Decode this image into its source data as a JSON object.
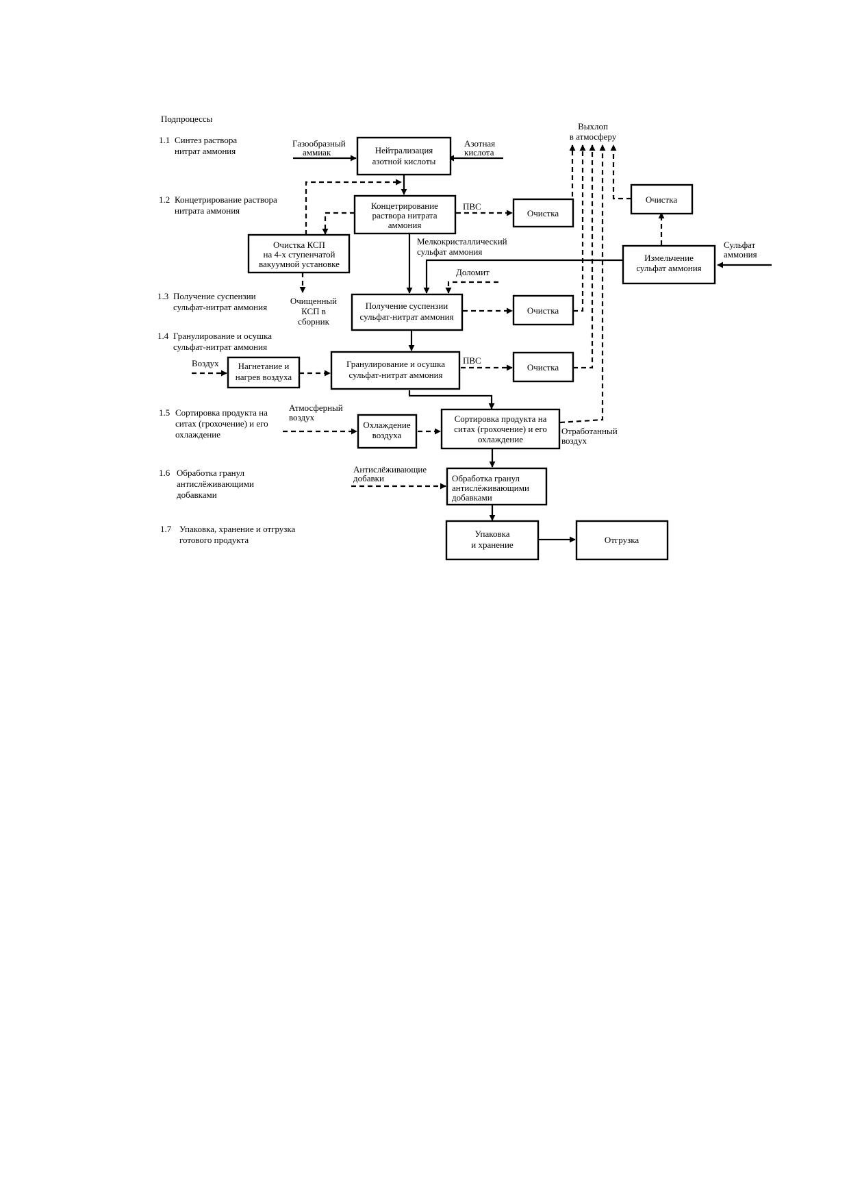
{
  "subprocesses": {
    "heading": "Подпроцессы",
    "items": [
      {
        "num": "1.1",
        "lines": [
          "Синтез раствора",
          "нитрат аммония"
        ]
      },
      {
        "num": "1.2",
        "lines": [
          "Концетрирование раствора",
          "нитрата аммония"
        ]
      },
      {
        "num": "1.3",
        "lines": [
          "Получение суспензии",
          "сульфат-нитрат аммония"
        ]
      },
      {
        "num": "1.4",
        "lines": [
          "Гранулирование и осушка",
          "сульфат-нитрат аммония"
        ]
      },
      {
        "num": "1.5",
        "lines": [
          "Сортировка продукта на",
          "ситах (грохочение) и его",
          "охлаждение"
        ]
      },
      {
        "num": "1.6",
        "lines": [
          "Обработка гранул",
          "антислёживающими",
          "добавками"
        ]
      },
      {
        "num": "1.7",
        "lines": [
          "Упаковка, хранение и отгрузка",
          "готового продукта"
        ]
      }
    ]
  },
  "boxes": {
    "neutralization": [
      "Нейтрализация",
      "азотной кислоты"
    ],
    "concentration": [
      "Концетрирование",
      "раствора  нитрата",
      "аммония"
    ],
    "ksp_cleaning": [
      "Очистка КСП",
      "на 4-х ступенчатой",
      "вакуумной установке"
    ],
    "cleaning_1": [
      "Очистка"
    ],
    "cleaning_2": [
      "Очистка"
    ],
    "cleaning_3": [
      "Очистка"
    ],
    "cleaning_4": [
      "Очистка"
    ],
    "grinding": [
      "Измельчение",
      "сульфат аммония"
    ],
    "suspension": [
      "Получение суспензии",
      "сульфат-нитрат аммония"
    ],
    "air_heating": [
      "Нагнетание и",
      "нагрев воздуха"
    ],
    "granulation": [
      "Гранулирование и осушка",
      "сульфат-нитрат аммония"
    ],
    "air_cooling": [
      "Охлаждение",
      "воздуха"
    ],
    "sorting": [
      "Сортировка продукта на",
      "ситах (грохочение) и его",
      "охлаждение"
    ],
    "anticaking": [
      "Обработка гранул",
      "антислёживающими",
      "добавками"
    ],
    "packing": [
      "Упаковка",
      "и хранение"
    ],
    "shipment": [
      "Отгрузка"
    ]
  },
  "labels": {
    "exhaust": [
      "Выхлоп",
      "в атмосферу"
    ],
    "ammonia_gas": [
      "Газообразный",
      "аммиак"
    ],
    "nitric_acid": [
      "Азотная",
      "кислота"
    ],
    "pvs_1": [
      "ПВС"
    ],
    "pvs_2": [
      "ПВС"
    ],
    "fine_sulfate": [
      "Мелкокристаллический",
      "сульфат аммония"
    ],
    "ammonium_sulfate": [
      "Сульфат",
      "аммония"
    ],
    "dolomite": [
      "Доломит"
    ],
    "purified_ksp": [
      "Очищенный",
      "КСП  в",
      "сборник"
    ],
    "air": [
      "Воздух"
    ],
    "atm_air": [
      "Атмосферный",
      "воздух"
    ],
    "spent_air": [
      "Отработанный",
      "воздух"
    ],
    "anticaking_additives": [
      "Антислёживающие",
      "добавки"
    ]
  }
}
